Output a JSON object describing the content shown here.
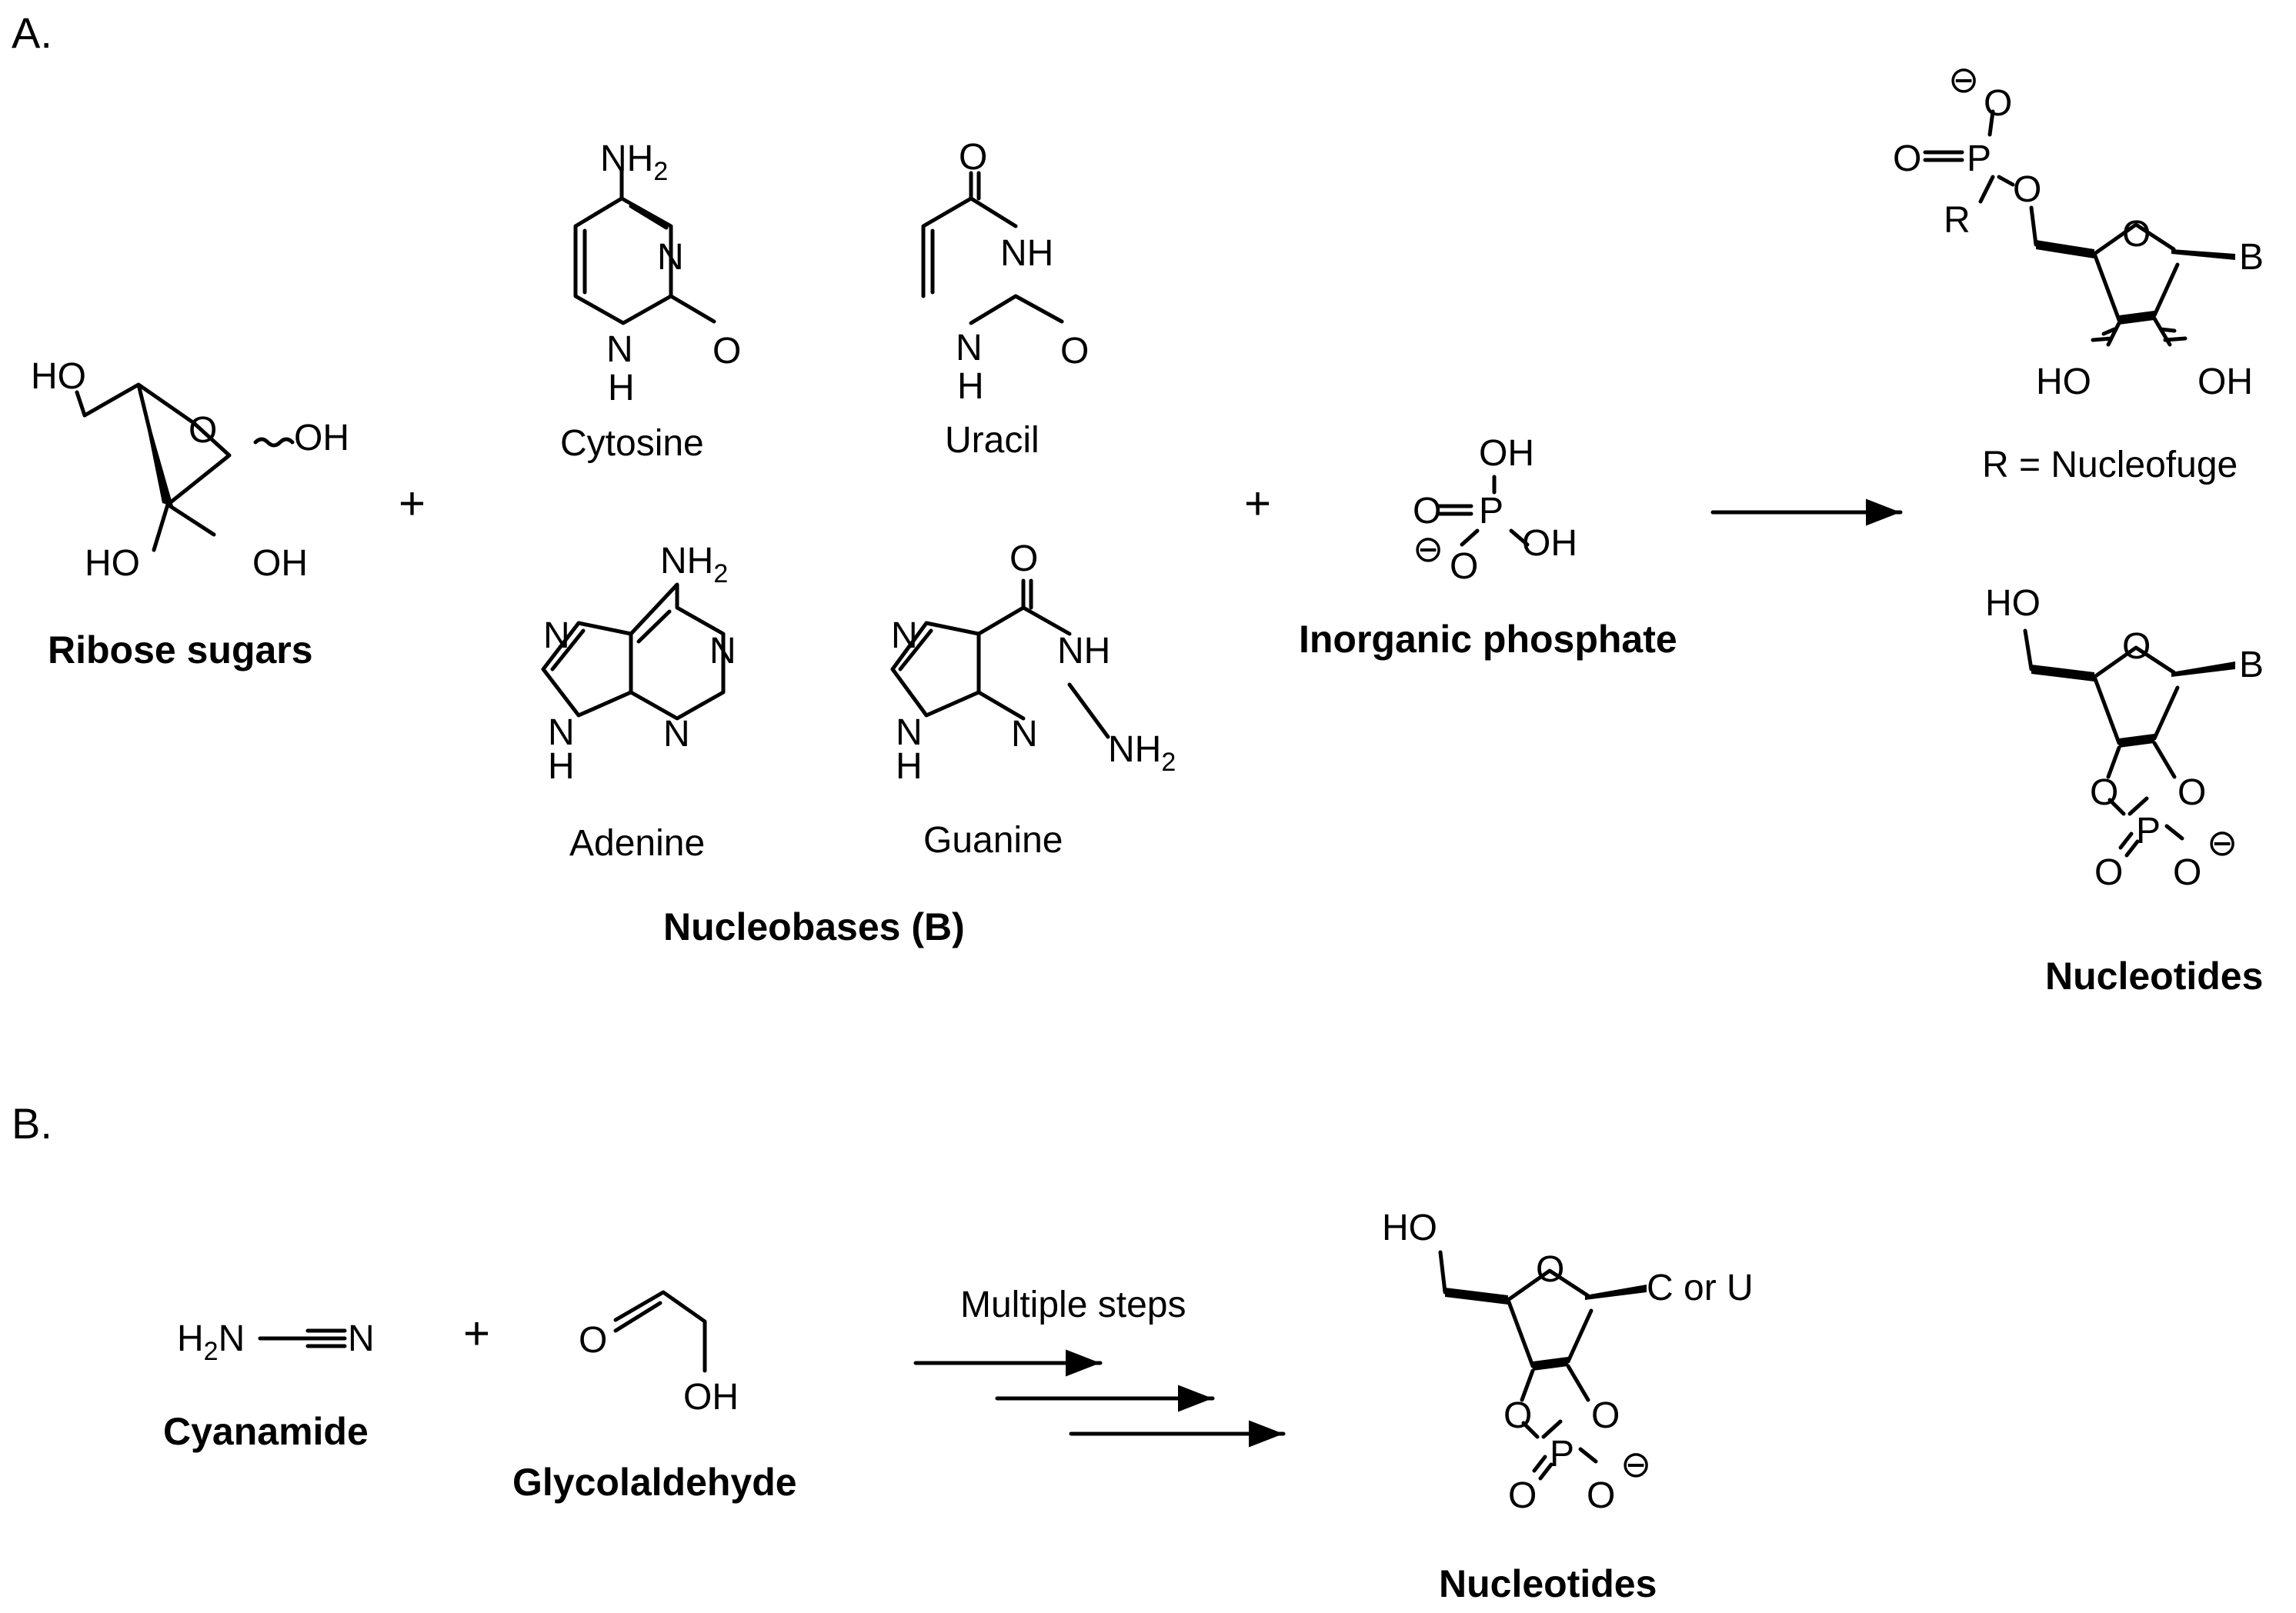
{
  "panel_a": {
    "label": "A.",
    "ribose": {
      "name": "Ribose sugars",
      "ho_top": "HO",
      "oh_right": "OH",
      "ho_bottom": "HO",
      "oh_bottom": "OH",
      "ring_o": "O"
    },
    "plus": "+",
    "nucleobases_title": "Nucleobases (B)",
    "cytosine": {
      "name": "Cytosine",
      "nh": "NH",
      "two": "2",
      "n": "N",
      "o": "O",
      "h": "H"
    },
    "uracil": {
      "name": "Uracil",
      "o": "O",
      "nh": "NH",
      "n": "N",
      "h": "H"
    },
    "adenine": {
      "name": "Adenine",
      "nh": "NH",
      "two": "2",
      "n": "N",
      "h": "H"
    },
    "guanine": {
      "name": "Guanine",
      "o": "O",
      "nh": "NH",
      "n": "N",
      "nh2": "NH",
      "two": "2",
      "h": "H"
    },
    "phosphate": {
      "name": "Inorganic phosphate",
      "oh": "OH",
      "o": "O",
      "p": "P",
      "minus": "⊖"
    },
    "product_top": {
      "note": "R = Nucleofuge",
      "b": "B",
      "r": "R",
      "o": "O",
      "p": "P",
      "ho": "HO",
      "oh": "OH",
      "minus": "⊖"
    },
    "product_bottom": {
      "name": "Nucleotides",
      "ho": "HO",
      "b": "B",
      "o": "O",
      "p": "P",
      "minus": "⊖"
    }
  },
  "panel_b": {
    "label": "B.",
    "cyanamide": {
      "name": "Cyanamide",
      "h": "H",
      "two": "2",
      "n": "N"
    },
    "plus": "+",
    "glycolaldehyde": {
      "name": "Glycolaldehyde",
      "o": "O",
      "oh": "OH"
    },
    "arrow_label": "Multiple steps",
    "product": {
      "name": "Nucleotides",
      "ho": "HO",
      "base": "C or U",
      "o": "O",
      "p": "P",
      "minus": "⊖"
    }
  }
}
